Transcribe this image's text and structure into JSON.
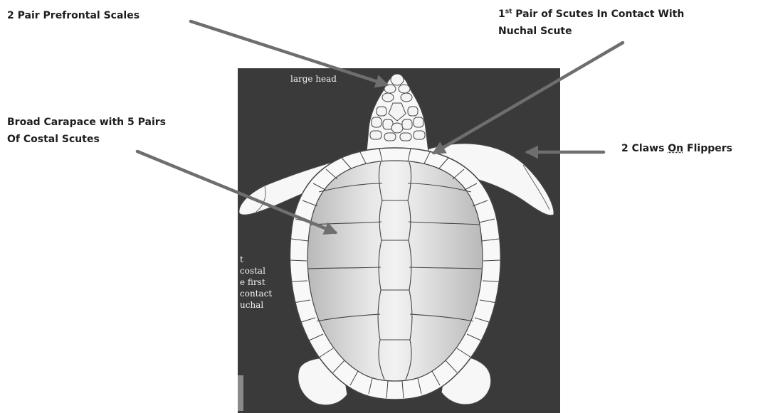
{
  "labels": {
    "prefrontal": "2 Pair Prefrontal Scales",
    "first_pair_line1_prefix": "1",
    "first_pair_line1_sup": "st",
    "first_pair_line1_rest": " Pair of Scutes In Contact With",
    "first_pair_line2": "Nuchal Scute",
    "broad_line1": "Broad Carapace  with 5 Pairs",
    "broad_line2": "Of Costal Scutes",
    "claws_prefix": "2 Claws ",
    "claws_on": "On",
    "claws_suffix": " Flippers"
  },
  "panel": {
    "head_caption": "large head",
    "side_text": [
      "t",
      "costal",
      "e first",
      "contact",
      "uchal"
    ]
  },
  "colors": {
    "panel_background": "#3a3a3a",
    "arrow": "#6e6e6e",
    "shell_fill": "#d6d6d6",
    "outline": "#333333"
  }
}
